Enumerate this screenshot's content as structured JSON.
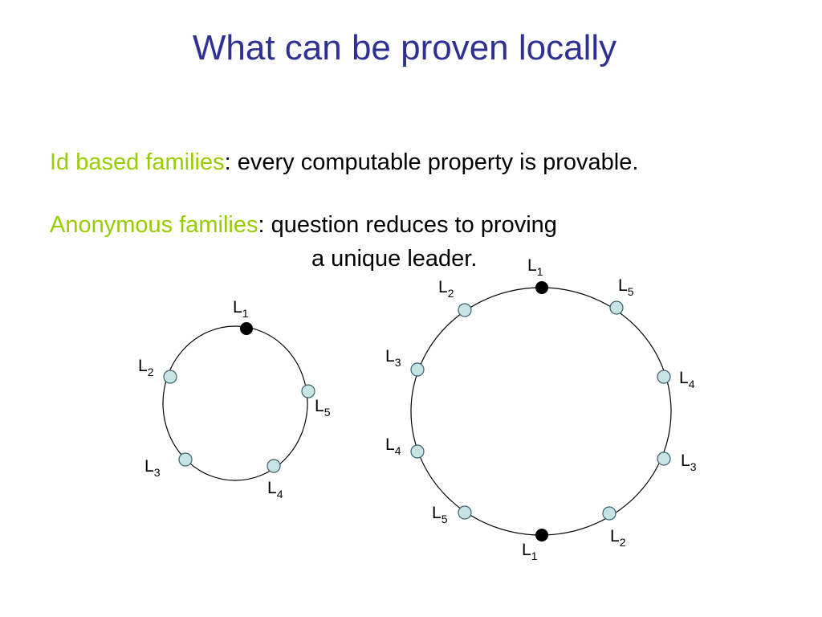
{
  "slide": {
    "title": "What can be proven locally",
    "line_1": {
      "highlight": "Id based families",
      "rest": ": every computable property is provable."
    },
    "line_2": {
      "highlight": "Anonymous families",
      "rest": ": question reduces to proving"
    },
    "line_3": "a unique leader."
  },
  "colors": {
    "title": "#2e3192",
    "highlight": "#99cc00",
    "node_fill": "#c6e4e4",
    "node_stroke": "#3a5f6a",
    "leader_fill": "#000000"
  },
  "small_ring": {
    "nodes": [
      {
        "letter": "L",
        "sub": "1",
        "kind": "leader"
      },
      {
        "letter": "L",
        "sub": "2",
        "kind": "node"
      },
      {
        "letter": "L",
        "sub": "3",
        "kind": "node"
      },
      {
        "letter": "L",
        "sub": "4",
        "kind": "node"
      },
      {
        "letter": "L",
        "sub": "5",
        "kind": "node"
      }
    ]
  },
  "large_ring": {
    "nodes": [
      {
        "letter": "L",
        "sub": "1",
        "kind": "leader"
      },
      {
        "letter": "L",
        "sub": "2",
        "kind": "node"
      },
      {
        "letter": "L",
        "sub": "3",
        "kind": "node"
      },
      {
        "letter": "L",
        "sub": "4",
        "kind": "node"
      },
      {
        "letter": "L",
        "sub": "5",
        "kind": "node"
      },
      {
        "letter": "L",
        "sub": "1",
        "kind": "leader"
      },
      {
        "letter": "L",
        "sub": "2",
        "kind": "node"
      },
      {
        "letter": "L",
        "sub": "3",
        "kind": "node"
      },
      {
        "letter": "L",
        "sub": "4",
        "kind": "node"
      },
      {
        "letter": "L",
        "sub": "5",
        "kind": "node"
      }
    ]
  }
}
